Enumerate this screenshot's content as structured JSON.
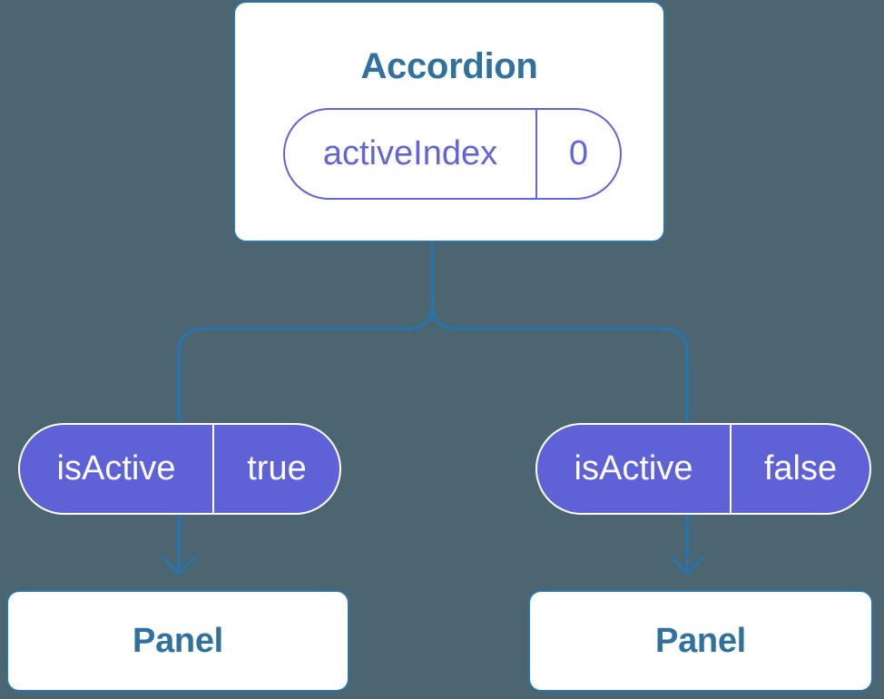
{
  "colors": {
    "bg": "#4b6571",
    "line": "#2b72a9",
    "node-bg": "#ffffff",
    "node-border": "#2d74aa",
    "node-text": "#30719e",
    "purple": "#6165d8",
    "pill-fill": "#5e62d6",
    "pill-text": "#fdfdff"
  },
  "tree": {
    "root": {
      "title": "Accordion",
      "state": {
        "name": "activeIndex",
        "value": "0"
      }
    },
    "children": [
      {
        "prop": {
          "name": "isActive",
          "value": "true"
        },
        "title": "Panel"
      },
      {
        "prop": {
          "name": "isActive",
          "value": "false"
        },
        "title": "Panel"
      }
    ]
  }
}
